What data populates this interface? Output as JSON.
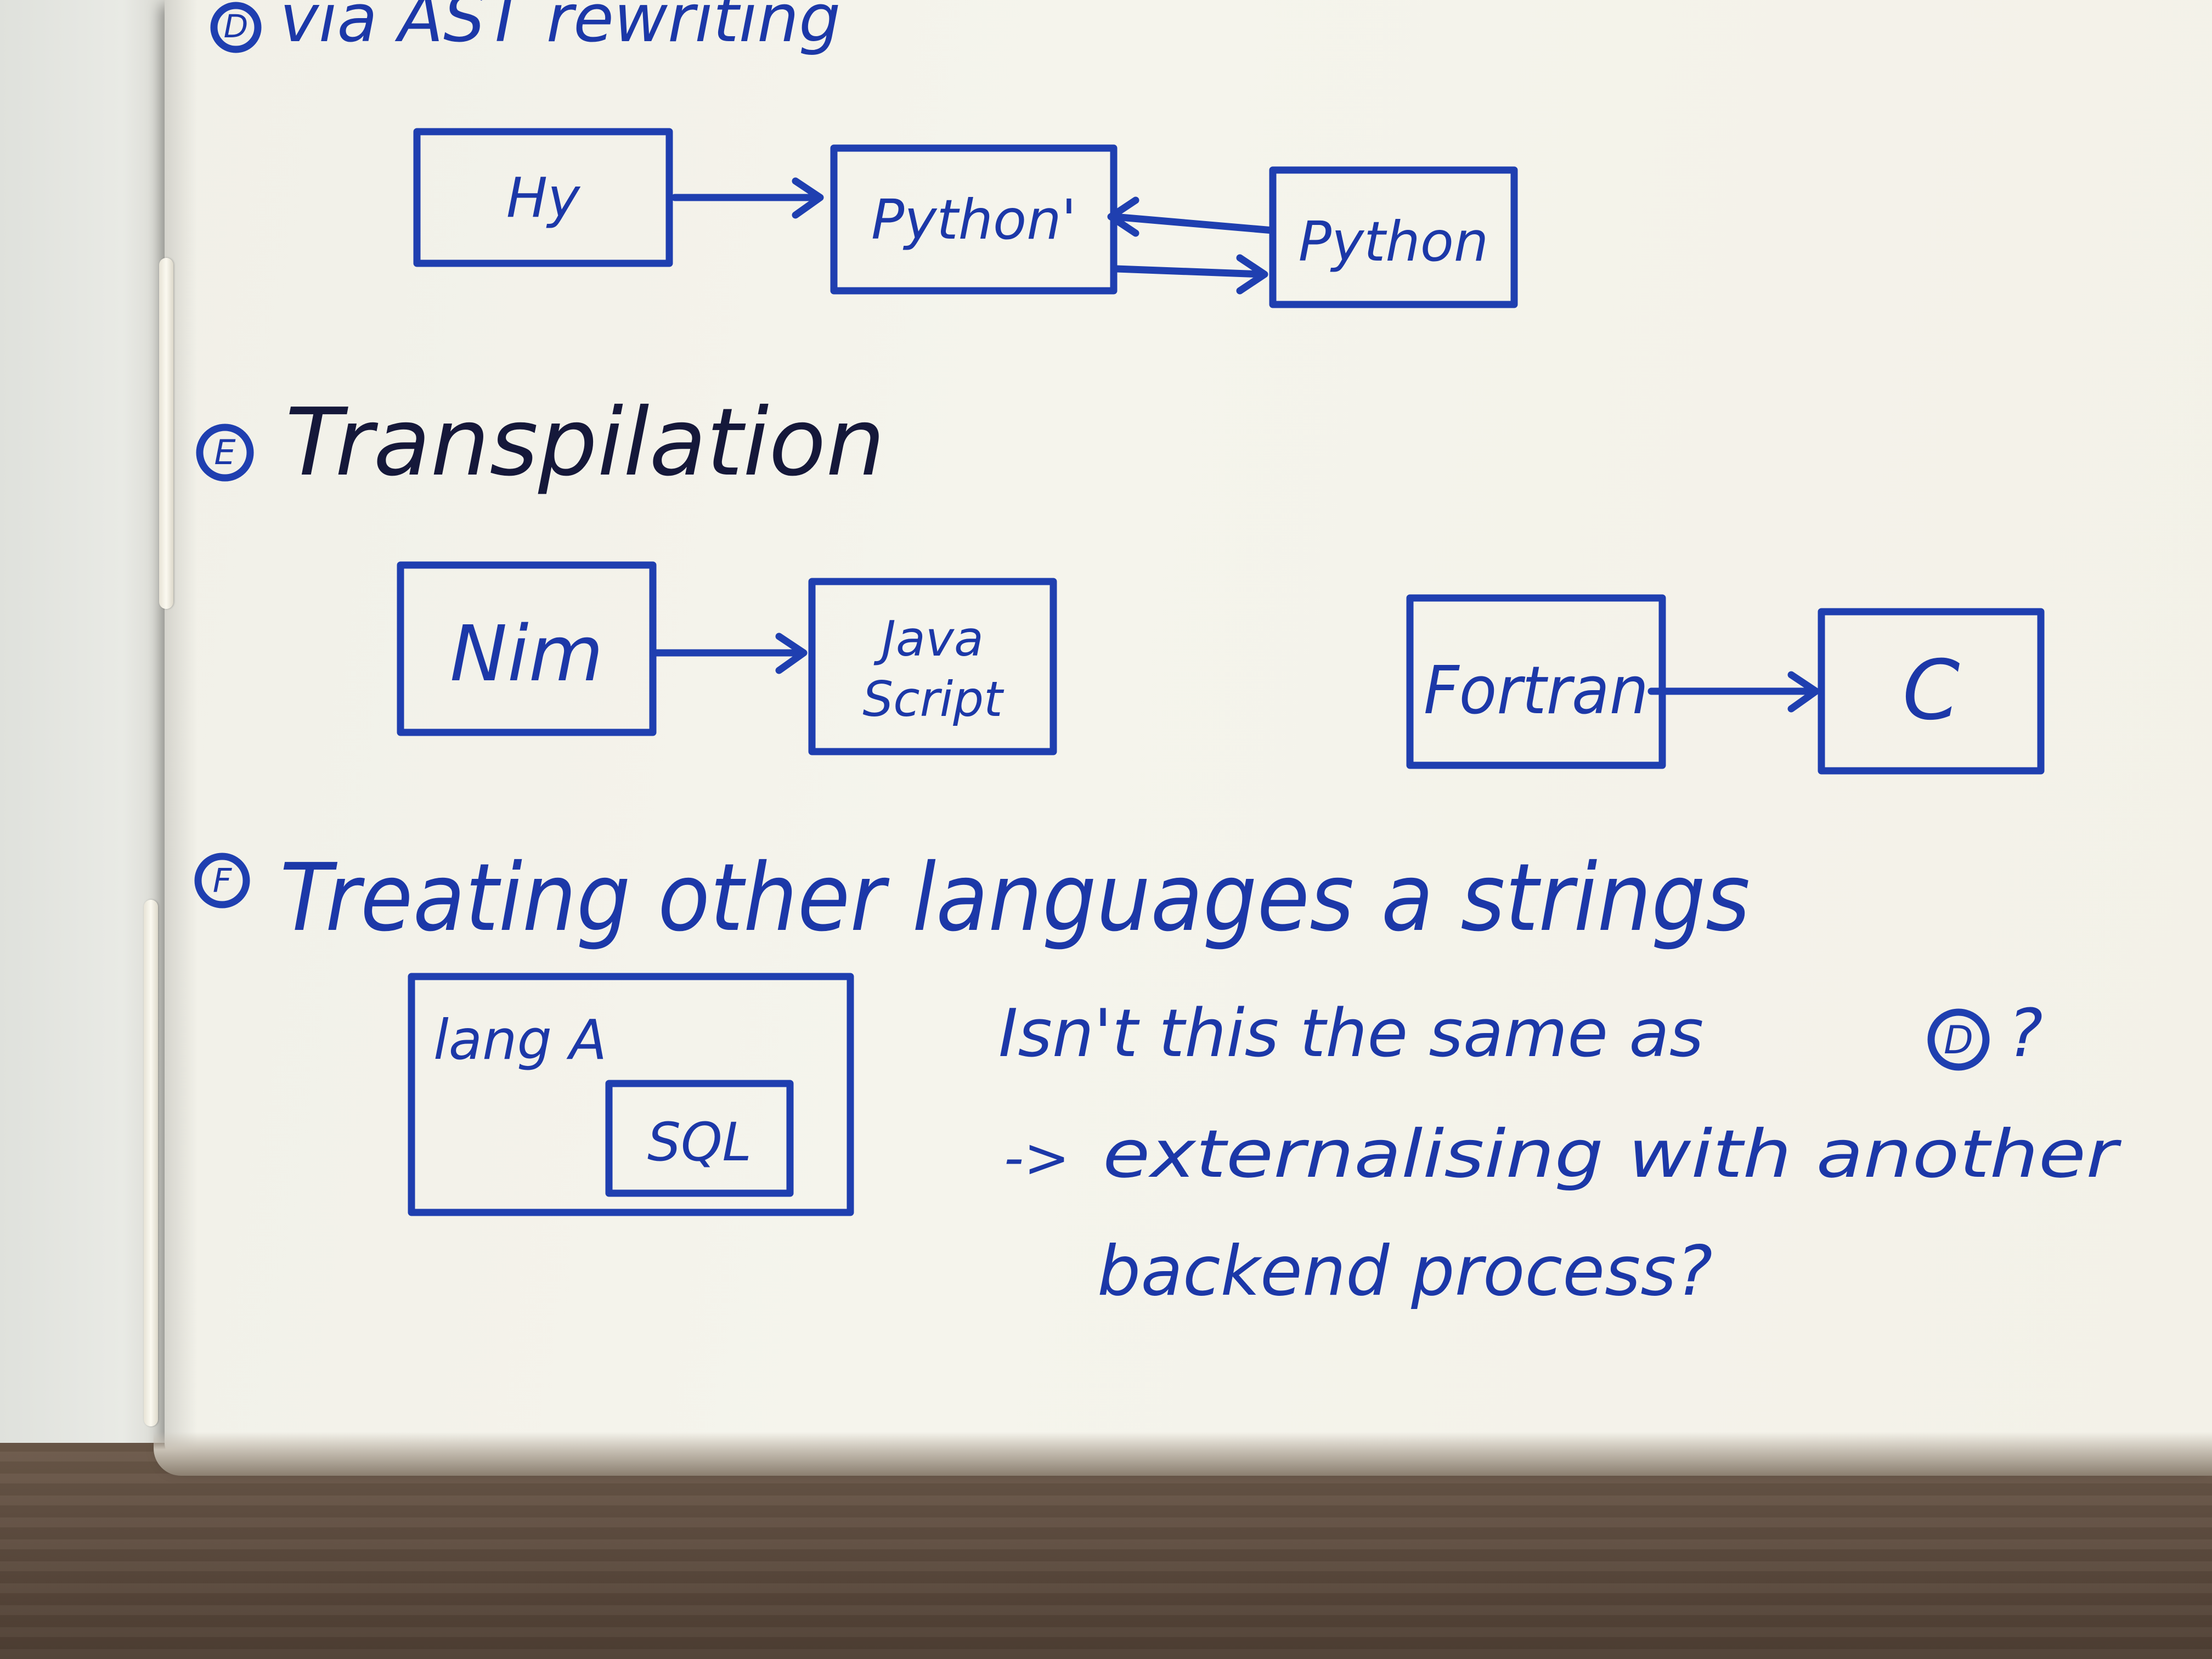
{
  "sections": {
    "d": {
      "marker": "D",
      "heading": "via AST rewriting",
      "boxes": {
        "hy": "Hy",
        "python_prime": "Python'",
        "python": "Python"
      }
    },
    "e": {
      "marker": "E",
      "heading": "Transpilation",
      "boxes": {
        "nim": "Nim",
        "javascript_line1": "Java",
        "javascript_line2": "Script",
        "fortran": "Fortran",
        "c": "C"
      }
    },
    "f": {
      "marker": "F",
      "heading": "Treating other languages a strings",
      "boxes": {
        "lang_a": "lang A",
        "sql": "SQL"
      },
      "notes": {
        "line1": "Isn't this the same as",
        "line1_ref": "D",
        "line1_end": "?",
        "line2_arrow": "->",
        "line2": "externalising with another",
        "line3": "backend process?"
      }
    }
  },
  "colors": {
    "ink": "#1f3fb0",
    "paper": "#f4f3ea",
    "table": "#5a4a3e"
  }
}
